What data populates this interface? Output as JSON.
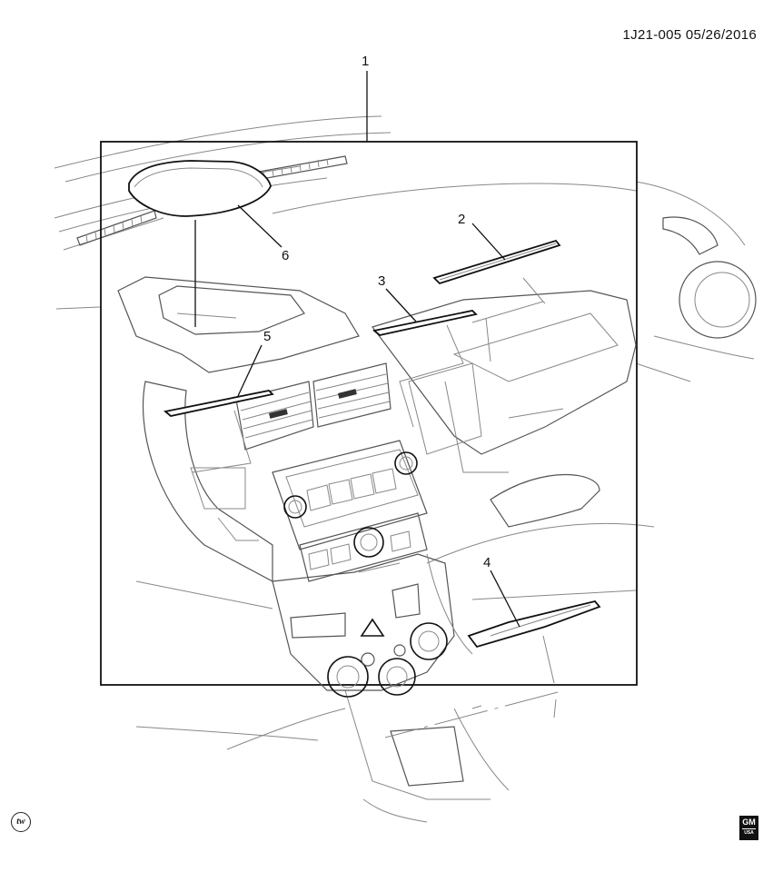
{
  "header": {
    "diagram_code": "1J21-005  05/26/2016"
  },
  "callouts": [
    {
      "id": "1",
      "label": "1"
    },
    {
      "id": "2",
      "label": "2"
    },
    {
      "id": "3",
      "label": "3"
    },
    {
      "id": "4",
      "label": "4"
    },
    {
      "id": "5",
      "label": "5"
    },
    {
      "id": "6",
      "label": "6"
    }
  ],
  "logos": {
    "left": "tw",
    "right_top": "GM",
    "right_bottom": "USA"
  }
}
